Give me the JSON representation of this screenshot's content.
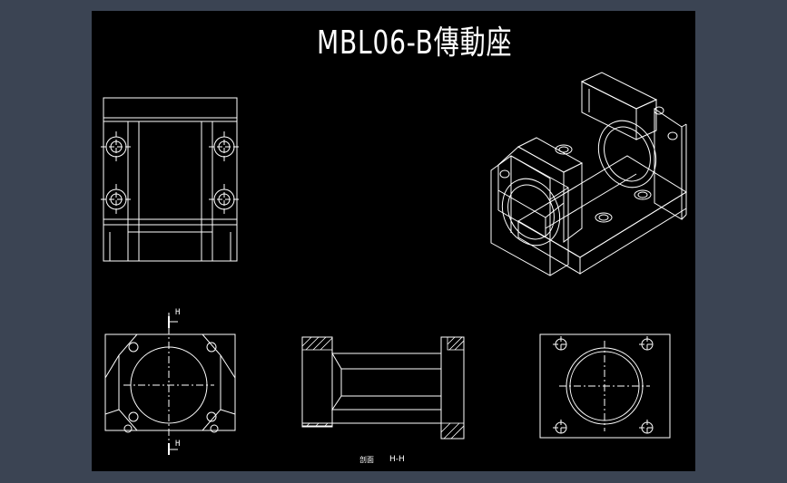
{
  "drawing": {
    "title": "MBL06-B傳動座",
    "section_mark_top": "H",
    "section_mark_bottom": "H",
    "section_caption_prefix": "剖面",
    "section_caption": "H-H"
  },
  "colors": {
    "background": "#3b4453",
    "sheet": "#000000",
    "line": "#ffffff",
    "hatch": "#ffffff"
  }
}
